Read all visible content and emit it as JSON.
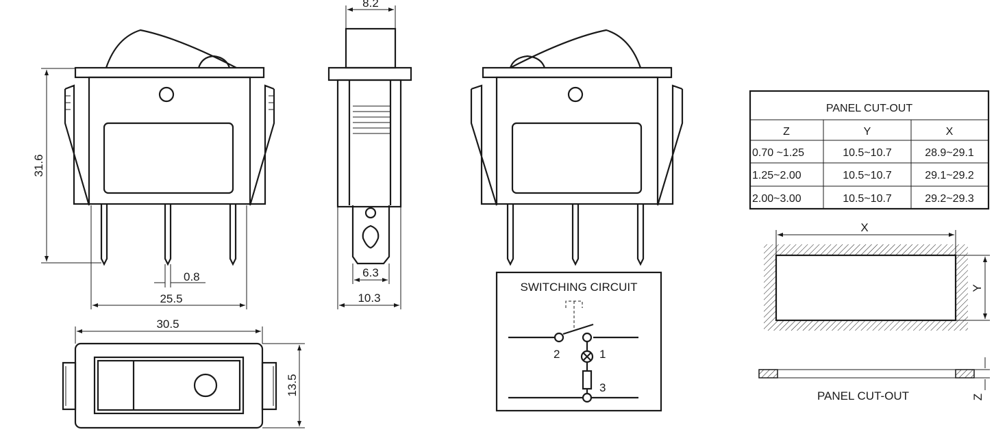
{
  "dimensions": {
    "height": "31.6",
    "pin_width": "0.8",
    "pin_span": "25.5",
    "cap_width": "8.2",
    "tab_width": "6.3",
    "depth": "10.3",
    "length": "30.5",
    "width": "13.5"
  },
  "circuit": {
    "title": "SWITCHING CIRCUIT",
    "terminals": [
      "1",
      "2",
      "3"
    ]
  },
  "table": {
    "title": "PANEL CUT-OUT",
    "headers": [
      "Z",
      "Y",
      "X"
    ],
    "rows": [
      [
        "0.70 ~1.25",
        "10.5~10.7",
        "28.9~29.1"
      ],
      [
        "1.25~2.00",
        "10.5~10.7",
        "29.1~29.2"
      ],
      [
        "2.00~3.00",
        "10.5~10.7",
        "29.2~29.3"
      ]
    ]
  },
  "cutout": {
    "x_label": "X",
    "y_label": "Y",
    "z_label": "Z",
    "caption": "PANEL CUT-OUT"
  }
}
